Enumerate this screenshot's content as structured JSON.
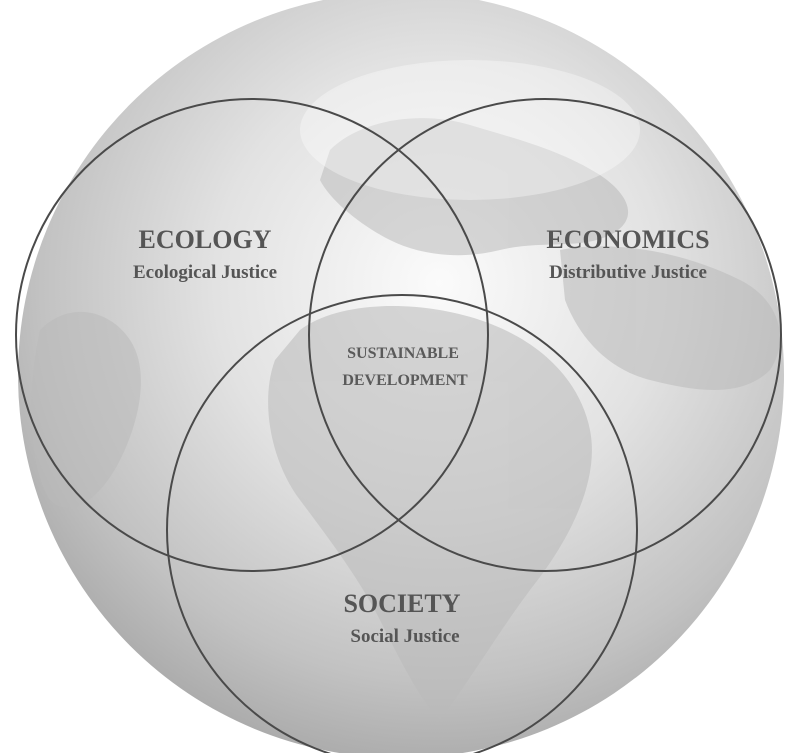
{
  "diagram": {
    "circles": [
      {
        "title": "ECOLOGY",
        "subtitle": "Ecological Justice"
      },
      {
        "title": "ECONOMICS",
        "subtitle": "Distributive Justice"
      },
      {
        "title": "SOCIETY",
        "subtitle": "Social Justice"
      }
    ],
    "center_line1": "SUSTAINABLE",
    "center_line2": "DEVELOPMENT"
  },
  "colors": {
    "globe_light": "#f2f2f2",
    "globe_mid": "#c8c8c8",
    "globe_dark": "#9a9a9a",
    "land": "#b5b5b5",
    "circle_stroke": "#4a4a4a",
    "text": "#555555"
  }
}
